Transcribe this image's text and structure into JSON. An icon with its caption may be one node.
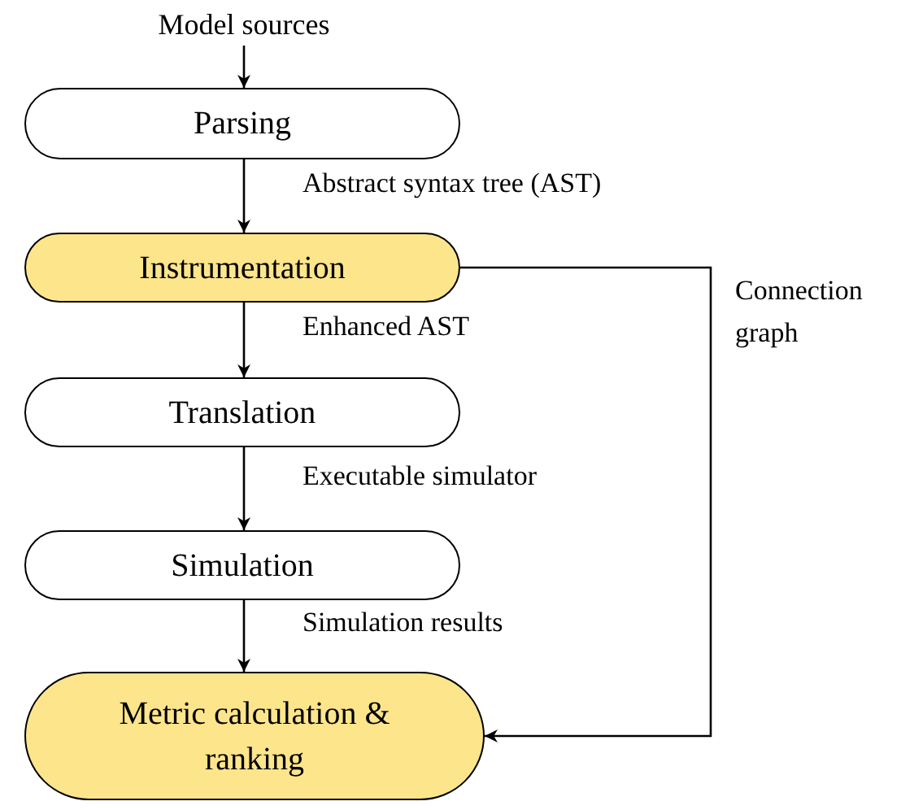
{
  "diagram": {
    "nodes": [
      {
        "text": [
          "Model sources"
        ]
      },
      {
        "text": [
          "Parsing"
        ]
      },
      {
        "text": [
          "Instrumentation"
        ]
      },
      {
        "text": [
          "Translation"
        ]
      },
      {
        "text": [
          "Simulation"
        ]
      },
      {
        "text": [
          "Metric calculation & ranking"
        ]
      }
    ],
    "edges": [
      {
        "from": 0,
        "to": 1,
        "arrow": "to"
      },
      {
        "from": 1,
        "to": 2,
        "arrow": "to",
        "label": "Abstract syntax tree (AST)"
      },
      {
        "from": 2,
        "to": 3,
        "arrow": "to",
        "label": "Enhanced AST"
      },
      {
        "from": 3,
        "to": 4,
        "arrow": "to",
        "label": "Executable simulator"
      },
      {
        "from": 4,
        "to": 5,
        "arrow": "to",
        "label": "Simulation results"
      },
      {
        "from": 2,
        "to": 5,
        "arrow": "to",
        "label": "Connection graph"
      }
    ]
  }
}
